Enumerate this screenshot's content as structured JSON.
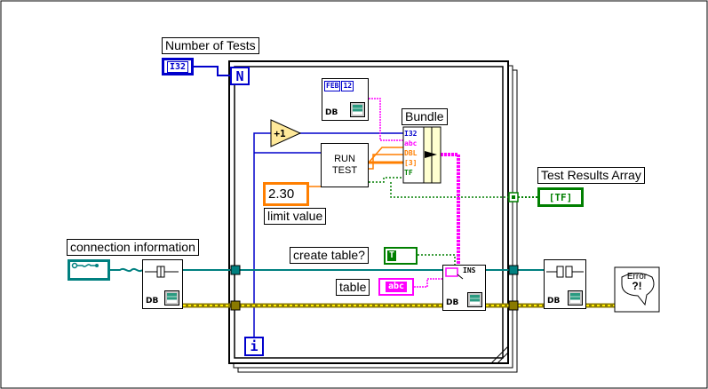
{
  "labels": {
    "number_of_tests": "Number of Tests",
    "test_results_array": "Test Results Array",
    "connection_information": "connection information",
    "limit_value": "limit value",
    "create_table": "create table?",
    "table": "table",
    "bundle": "Bundle"
  },
  "terminals": {
    "i32": "I32",
    "n": "N",
    "i": "i",
    "increment": "+1",
    "limit_constant": "2.30",
    "bool_constant": "T",
    "tf_indicator": "[TF]",
    "abc_constant": "abc",
    "fe_b": "FEB",
    "fe_12": "12"
  },
  "bundle_inputs": [
    "I32",
    "abc",
    "DBL",
    "[3]",
    "TF"
  ],
  "nodes": {
    "run_test": [
      "RUN",
      "TEST"
    ],
    "db": "DB",
    "ins": "INS",
    "error": "Error"
  },
  "colors": {
    "i32_wire": "#0000cc",
    "string_wire": "#ff00ff",
    "dbl_wire": "#ff7f00",
    "bool_wire": "#007f00",
    "refnum_wire": "#008080",
    "error_wire": "#d4c000"
  }
}
